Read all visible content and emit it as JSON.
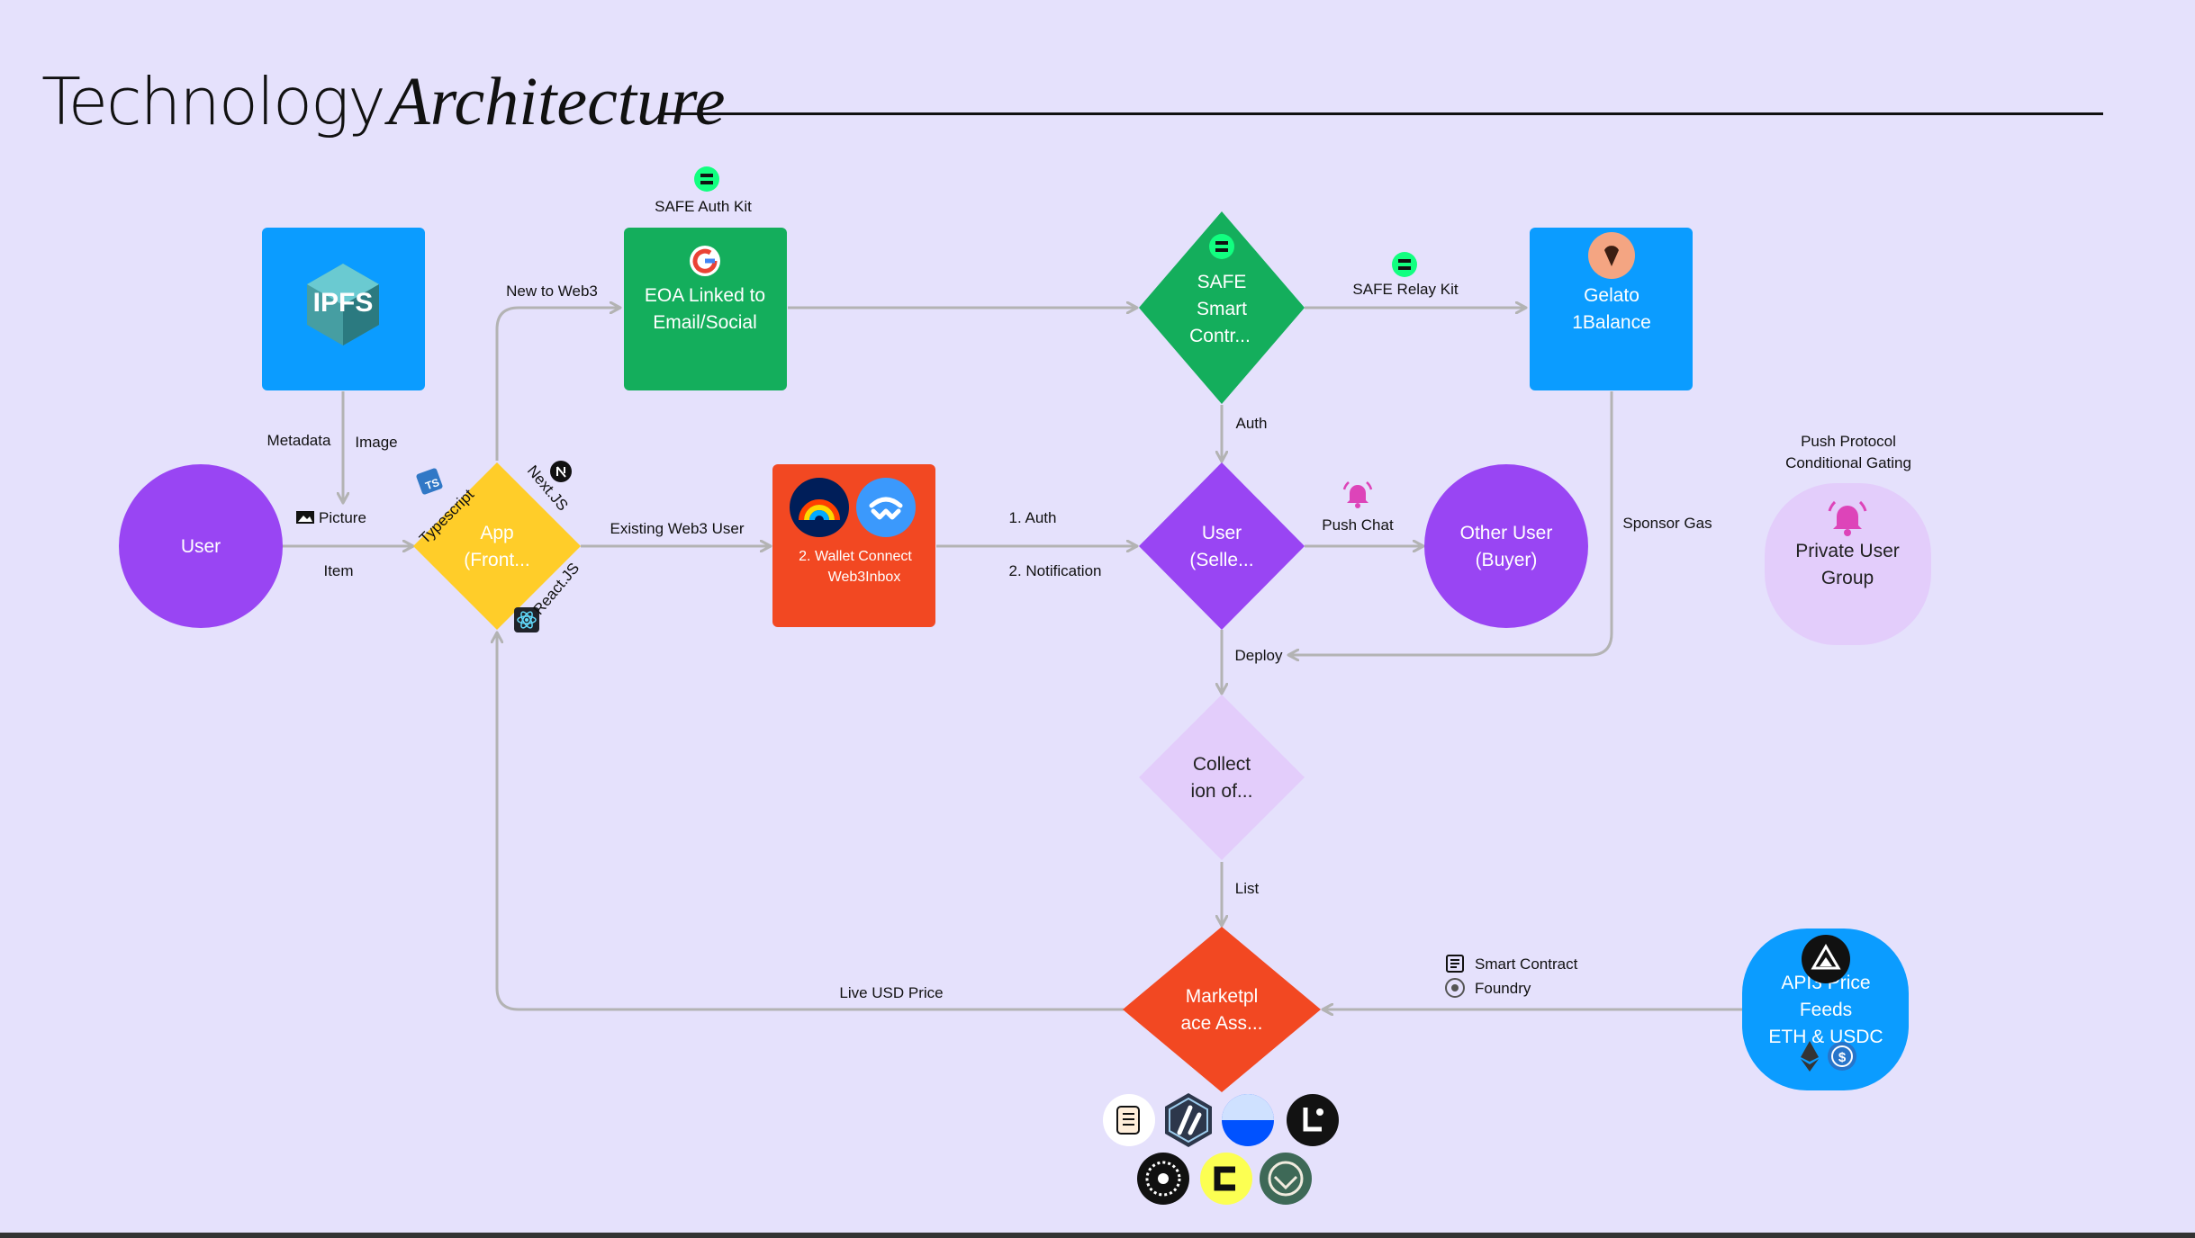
{
  "title": {
    "main": "Technology",
    "emphasis": "Architecture"
  },
  "nodes": {
    "user": "User",
    "ipfs": "IPFS",
    "app_line1": "App",
    "app_line2": "(Front...",
    "eoa_line1": "EOA Linked to",
    "eoa_line2": "Email/Social",
    "safe_line1": "SAFE",
    "safe_line2": "Smart",
    "safe_line3": "Contr...",
    "gelato_line1": "Gelato",
    "gelato_line2": "1Balance",
    "wallet_line1": "2. Wallet Connect",
    "wallet_line2": "Web3Inbox",
    "seller_line1": "User",
    "seller_line2": "(Selle...",
    "buyer_line1": "Other User",
    "buyer_line2": "(Buyer)",
    "private_line1": "Private User",
    "private_line2": "Group",
    "collection_line1": "Collect",
    "collection_line2": "ion of...",
    "market_line1": "Marketpl",
    "market_line2": "ace Ass...",
    "api_line1": "API3 Price",
    "api_line2": "Feeds",
    "api_line3": "ETH & USDC"
  },
  "labels": {
    "safe_auth_kit": "SAFE Auth Kit",
    "new_to_web3": "New to Web3",
    "safe_relay_kit": "SAFE Relay Kit",
    "metadata": "Metadata",
    "image": "Image",
    "picture": "Picture",
    "item": "Item",
    "typescript": "Typescript",
    "nextjs": "Next.JS",
    "reactjs": "React.JS",
    "existing_web3": "Existing Web3 User",
    "auth_1": "1. Auth",
    "notification_2": "2. Notification",
    "auth": "Auth",
    "push_chat": "Push Chat",
    "push_protocol_1": "Push Protocol",
    "push_protocol_2": "Conditional Gating",
    "sponsor_gas": "Sponsor Gas",
    "deploy": "Deploy",
    "list": "List",
    "live_usd": "Live USD Price",
    "smart_contract": "Smart Contract",
    "foundry": "Foundry"
  },
  "colors": {
    "background": "#e5e1fc",
    "purple": "#9945f3",
    "blue": "#0b9cff",
    "green": "#14ae5c",
    "yellow": "#ffcd29",
    "orange": "#f24822",
    "light_purple": "#e3cdfb",
    "connector": "#b3b3b3"
  }
}
